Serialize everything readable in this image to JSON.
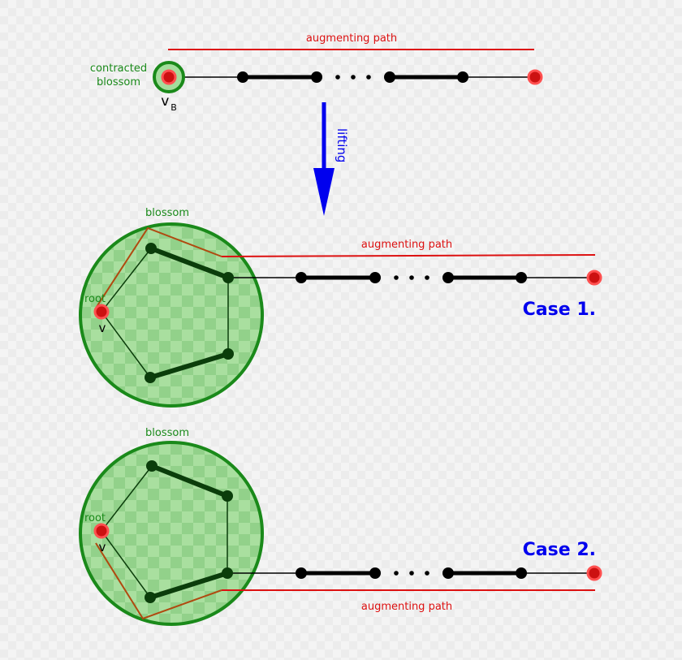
{
  "labels": {
    "augmenting_path": "augmenting path",
    "contracted_line1": "contracted",
    "contracted_line2": "blossom",
    "vb_main": "v",
    "vb_sub": "B",
    "lifting": "lifting",
    "blossom": "blossom",
    "root": "root",
    "v": "v",
    "case1": "Case 1.",
    "case2": "Case 2."
  },
  "colors": {
    "path_red": "#dd1111",
    "blossom_green": "#1a8a1a",
    "blossom_fill": "#a4dd9c",
    "edge_brown": "#b04a10",
    "node_dark": "#0b3d0b",
    "node_black": "#000000",
    "exposed_red": "#cc1111",
    "arrow_blue": "#0000ee"
  }
}
